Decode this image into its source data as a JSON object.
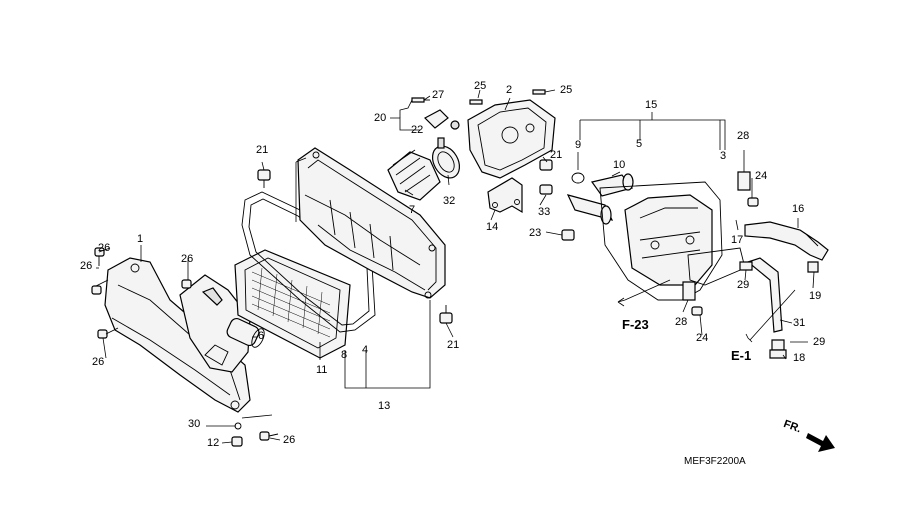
{
  "figure_code": "MEF3F2200A",
  "direction_label": "FR.",
  "refs": {
    "f23": "F-23",
    "e1": "E-1"
  },
  "callouts": {
    "c1": "1",
    "c2": "2",
    "c3": "3",
    "c4": "4",
    "c5": "5",
    "c6": "6",
    "c7": "7",
    "c8": "8",
    "c9": "9",
    "c10": "10",
    "c11": "11",
    "c12": "12",
    "c13": "13",
    "c14": "14",
    "c15": "15",
    "c16": "16",
    "c17": "17",
    "c18": "18",
    "c19": "19",
    "c20": "20",
    "c21a": "21",
    "c21b": "21",
    "c21c": "21",
    "c22": "22",
    "c23": "23",
    "c24a": "24",
    "c24b": "24",
    "c25a": "25",
    "c25b": "25",
    "c26a": "26",
    "c26b": "26",
    "c26c": "26",
    "c26d": "26",
    "c26e": "26",
    "c27": "27",
    "c28a": "28",
    "c28b": "28",
    "c29a": "29",
    "c29b": "29",
    "c30": "30",
    "c31": "31",
    "c32": "32",
    "c33": "33"
  }
}
